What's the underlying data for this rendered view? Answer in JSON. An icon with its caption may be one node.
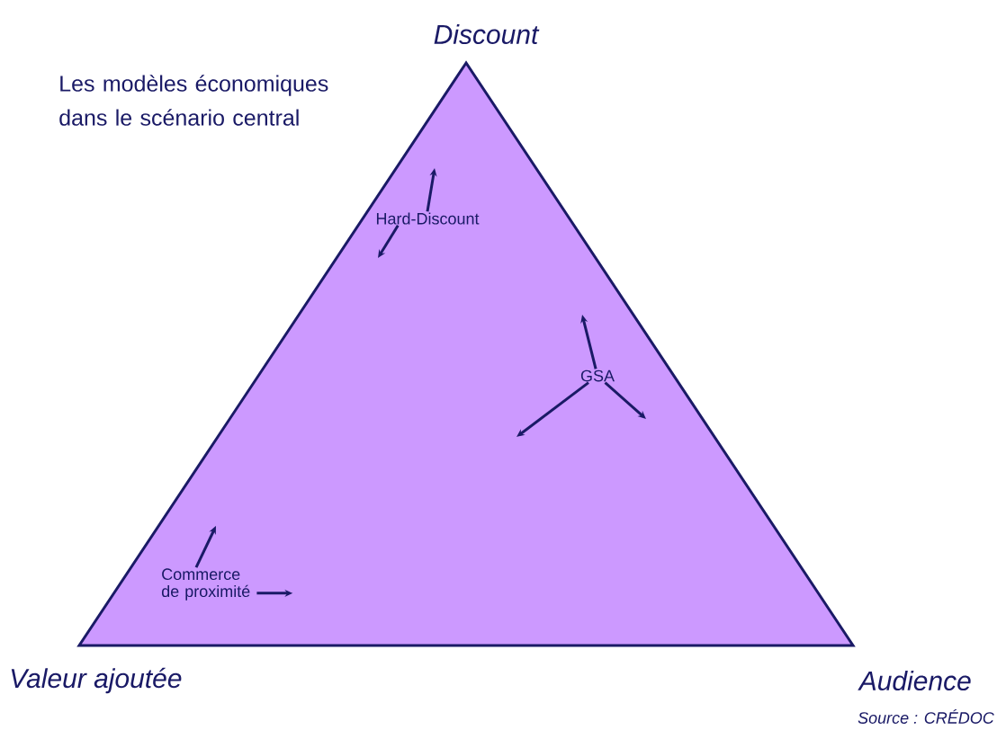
{
  "diagram": {
    "title": "Les modèles économiques dans le scénario central",
    "nodes": [
      {
        "text": [],
        "shape": "triangle"
      },
      {
        "text": [
          "Hard-Discount"
        ],
        "in": 0
      },
      {
        "text": [
          "GSA"
        ],
        "in": 0
      },
      {
        "text": [
          "Commerce de proximité"
        ],
        "in": 0
      }
    ],
    "edges": [
      {
        "from": 1,
        "to": null,
        "arrow": "to"
      },
      {
        "from": 1,
        "to": null,
        "arrow": "to"
      },
      {
        "from": 2,
        "to": null,
        "arrow": "to"
      },
      {
        "from": 2,
        "to": null,
        "arrow": "to"
      },
      {
        "from": 2,
        "to": null,
        "arrow": "to"
      },
      {
        "from": 3,
        "to": null,
        "arrow": "to"
      },
      {
        "from": 3,
        "to": null,
        "arrow": "to"
      }
    ],
    "labels": [
      "Discount",
      "Valeur ajoutée",
      "Audience",
      "Source : CRÉDOC"
    ]
  }
}
